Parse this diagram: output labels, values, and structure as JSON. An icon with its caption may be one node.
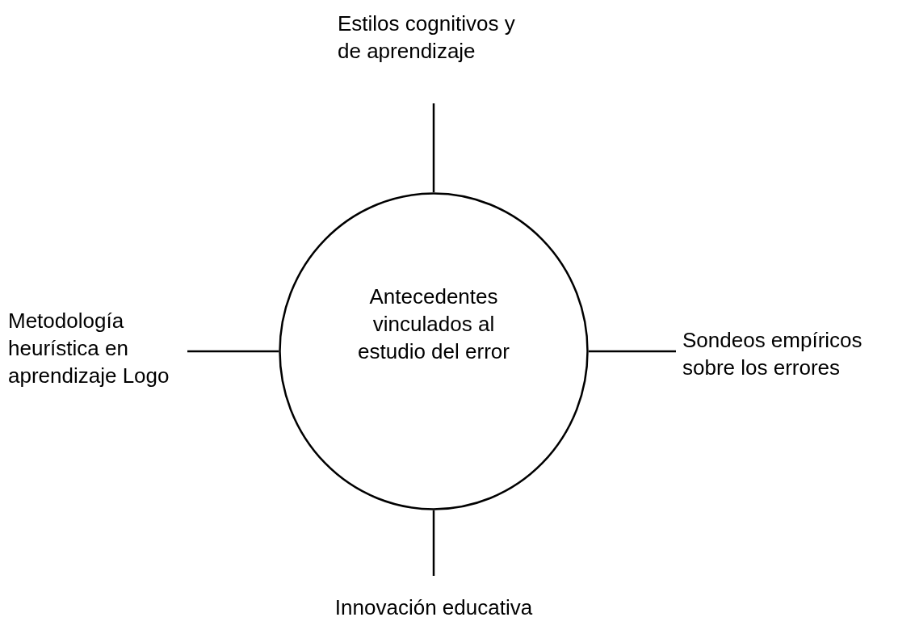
{
  "diagram": {
    "nodes": [
      {
        "text": [
          "Antecedentes vinculados al estudio del error"
        ]
      },
      {
        "text": [
          "Estilos cognitivos y de aprendizaje"
        ]
      },
      {
        "text": [
          "Metodología heurística en aprendizaje Logo"
        ]
      },
      {
        "text": [
          "Sondeos empíricos sobre los errores"
        ]
      },
      {
        "text": [
          "Innovación educativa"
        ]
      }
    ],
    "edges": [
      {
        "from": 0,
        "to": 1,
        "arrow": "none"
      },
      {
        "from": 0,
        "to": 2,
        "arrow": "none"
      },
      {
        "from": 0,
        "to": 3,
        "arrow": "none"
      },
      {
        "from": 0,
        "to": 4,
        "arrow": "none"
      }
    ]
  }
}
